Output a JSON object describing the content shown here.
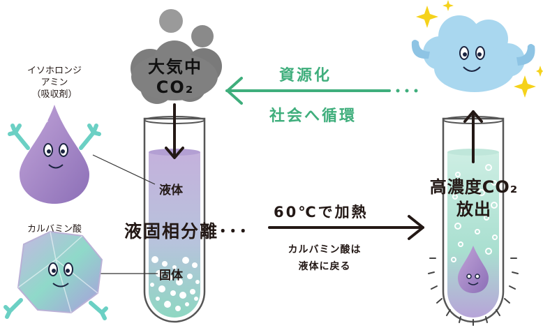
{
  "left_column": {
    "amine_label_line1": "イソホロンジ",
    "amine_label_line2": "アミン",
    "amine_label_line3": "（吸収剤）",
    "acid_label": "カルバミン酸"
  },
  "left_tube": {
    "input_line1": "大気中",
    "input_line2": "CO₂",
    "liquid_label": "液体",
    "solid_label": "固体",
    "separation_label": "液固相分離･･･"
  },
  "top_arrow": {
    "line1": "資源化",
    "line2": "社会へ循環",
    "color": "#3fae7c"
  },
  "middle_arrow": {
    "heat_label": "60℃で加熱",
    "note_line1": "カルバミン酸は",
    "note_line2": "液体に戻る"
  },
  "right_tube": {
    "release_line1": "高濃度CO₂",
    "release_line2": "放出"
  },
  "colors": {
    "liquid_top": "#c9b6dc",
    "liquid_bottom": "#8fd6c3",
    "teal_liquid": "#bfe6da",
    "cloud_gray": "#7f7f7f",
    "cloud_blue": "#a9d7ef",
    "sparkle": "#f5d21b",
    "droplet_purple": "#a98bc4"
  }
}
